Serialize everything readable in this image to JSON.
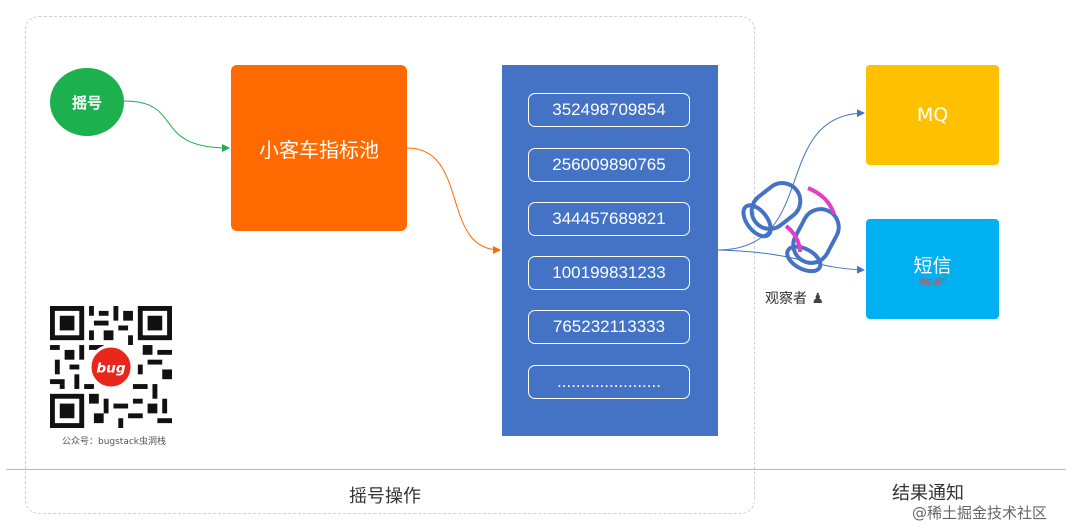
{
  "diagram": {
    "start_node": "摇号",
    "pool_node": "小客车指标池",
    "numbers": [
      "352498709854",
      "256009890765",
      "344457689821",
      "100199831233",
      "765232113333",
      "......................"
    ],
    "observer_label": "观察者",
    "observer_icon": "chess-pawn-icon",
    "targets": {
      "mq": "MQ",
      "sms": "短信",
      "sms_sub": "短信通知"
    },
    "sections": {
      "left": "摇号操作",
      "right": "结果通知"
    },
    "qr_caption": "公众号：bugstack虫洞栈",
    "qr_logo_text": "bug",
    "watermark": "@稀土掘金技术社区",
    "colors": {
      "start": "#1cb04e",
      "pool": "#ff6a00",
      "number_panel": "#4472c4",
      "mq": "#ffc000",
      "sms": "#00b0f0",
      "binoculars": "#4472c4",
      "binoculars_joint": "#e040c8"
    }
  }
}
